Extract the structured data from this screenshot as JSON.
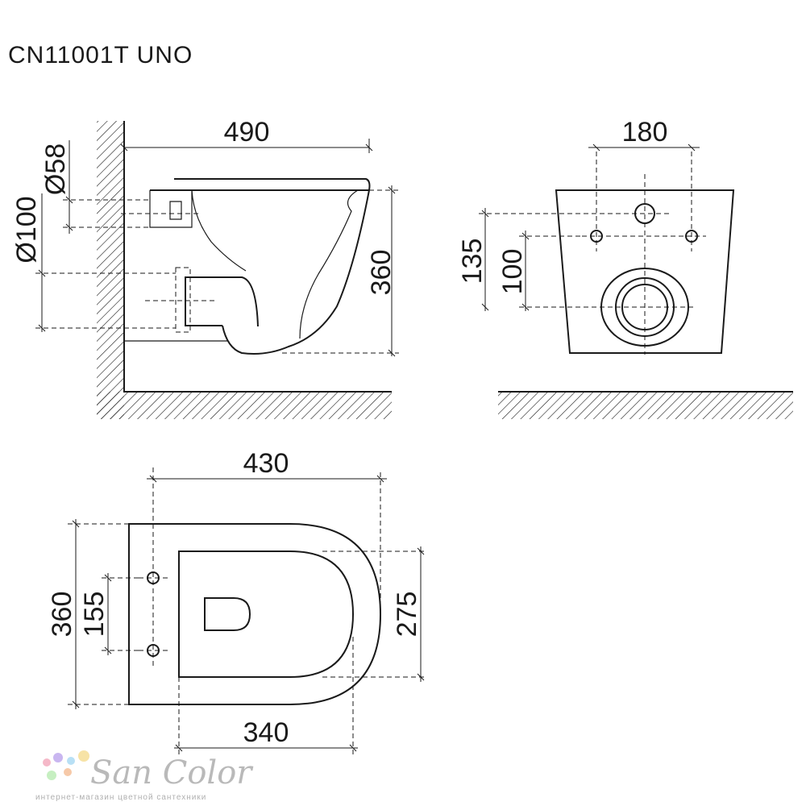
{
  "title": "CN11001T UNO",
  "side_view": {
    "width_label": "490",
    "height_label": "360",
    "pipe_small_label": "Ø58",
    "pipe_large_label": "Ø100"
  },
  "front_view": {
    "hole_spacing_label": "180",
    "height_upper_label": "135",
    "height_lower_label": "100"
  },
  "top_view": {
    "length_label": "430",
    "width_label": "360",
    "hole_spacing_label": "155",
    "inner_width_label": "275",
    "inner_length_label": "340"
  },
  "logo": {
    "name": "San Color",
    "tagline": "интернет-магазин цветной сантехники",
    "dot_colors": [
      "#f5b8c8",
      "#c9b6f0",
      "#b8e0f5",
      "#f7e3a6",
      "#c6efc1",
      "#f6c9a8"
    ]
  }
}
